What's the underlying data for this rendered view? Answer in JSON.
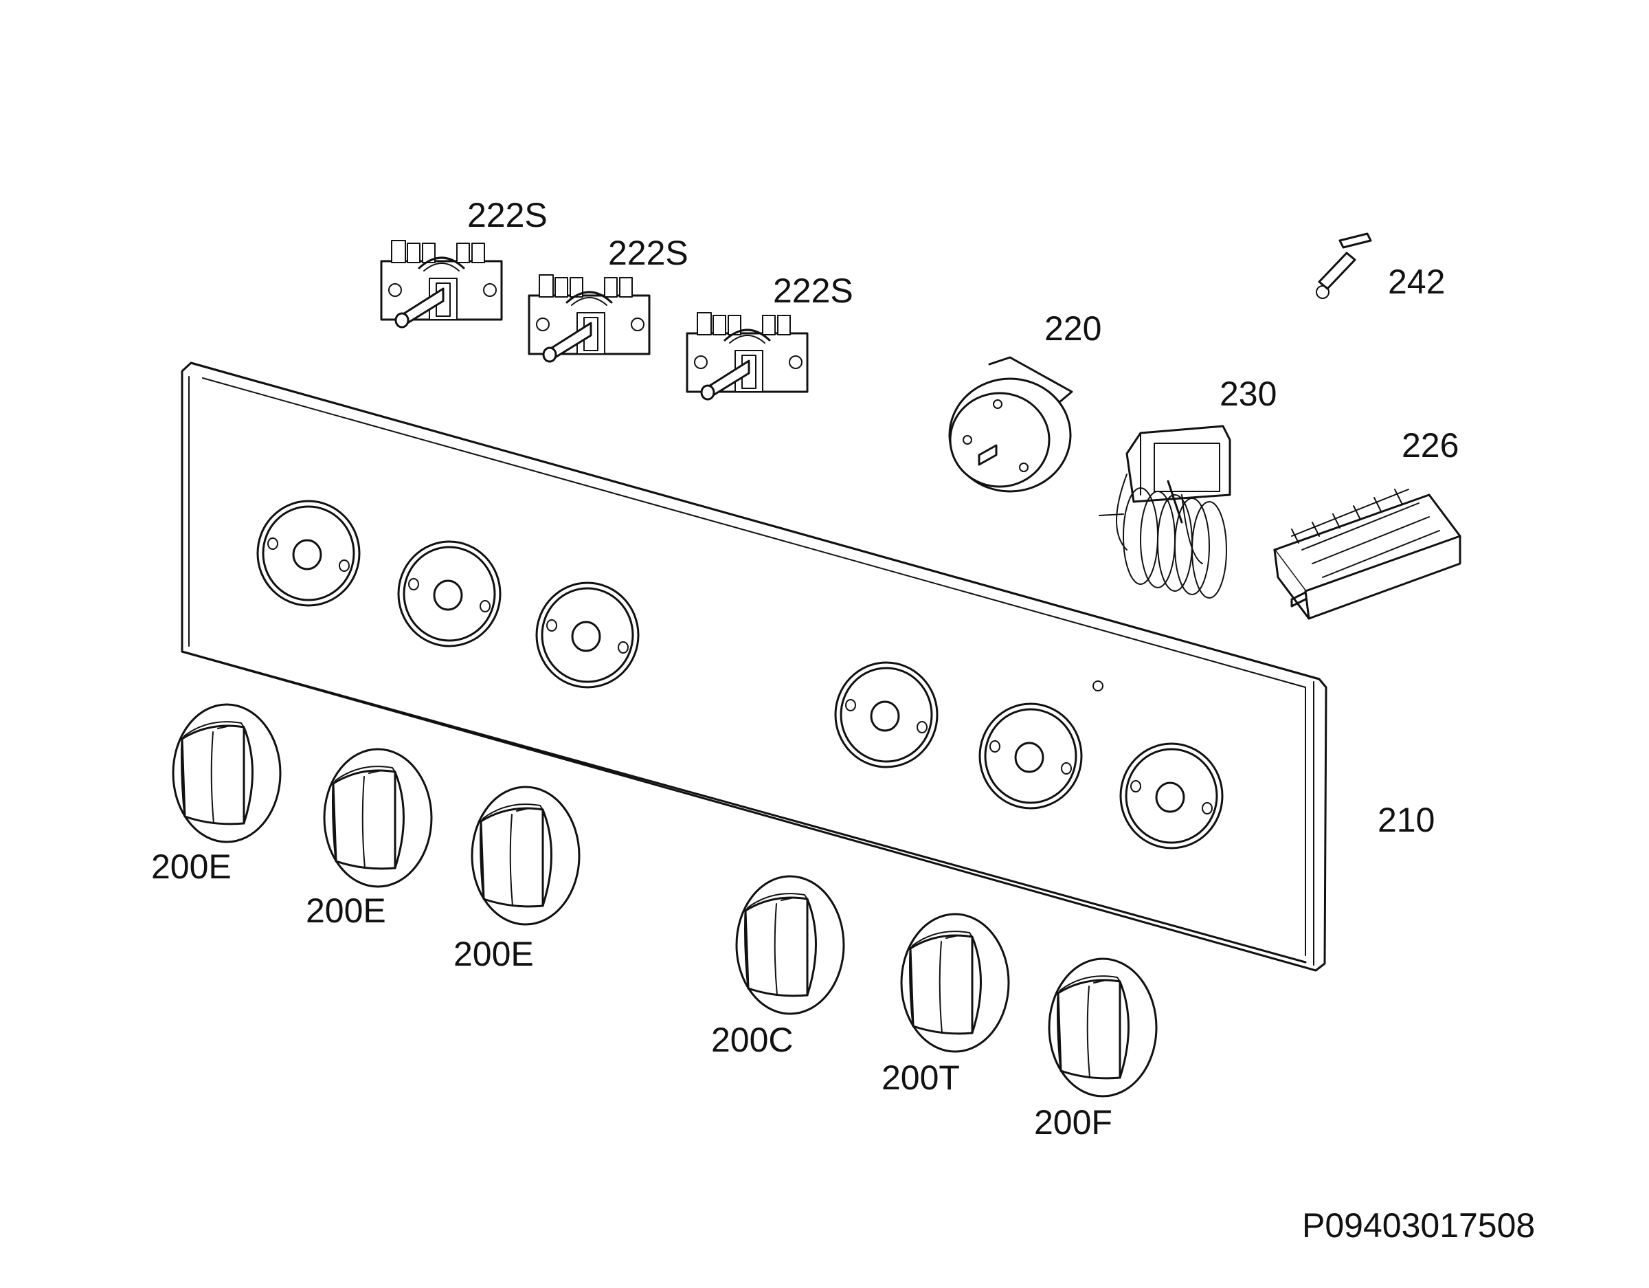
{
  "labels": {
    "switch_1": "222S",
    "switch_2": "222S",
    "switch_3": "222S",
    "timer": "220",
    "thermostat": "230",
    "selector": "226",
    "lamp": "242",
    "panel": "210",
    "knob_1": "200E",
    "knob_2": "200E",
    "knob_3": "200E",
    "knob_4": "200C",
    "knob_5": "200T",
    "knob_6": "200F"
  },
  "diagram_id": "P09403017508"
}
